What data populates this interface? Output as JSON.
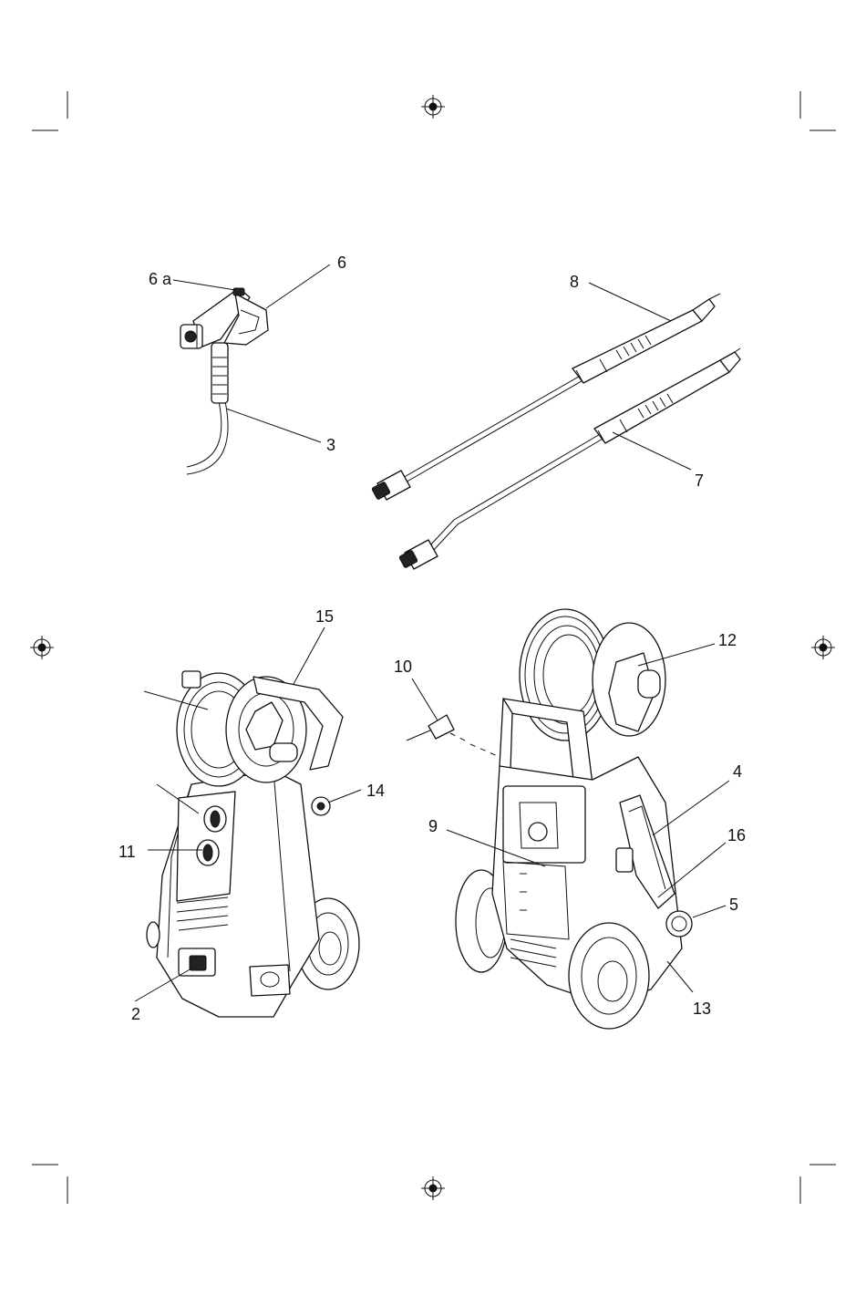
{
  "labels": {
    "label_6a": "6 a",
    "label_6": "6",
    "label_3": "3",
    "label_8": "8",
    "label_7": "7",
    "label_15": "15",
    "label_10": "10",
    "label_12": "12",
    "label_14": "14",
    "label_11": "11",
    "label_9": "9",
    "label_4": "4",
    "label_16": "16",
    "label_5": "5",
    "label_2": "2",
    "label_13": "13"
  },
  "colors": {
    "ink": "#111111",
    "paper": "#ffffff"
  }
}
